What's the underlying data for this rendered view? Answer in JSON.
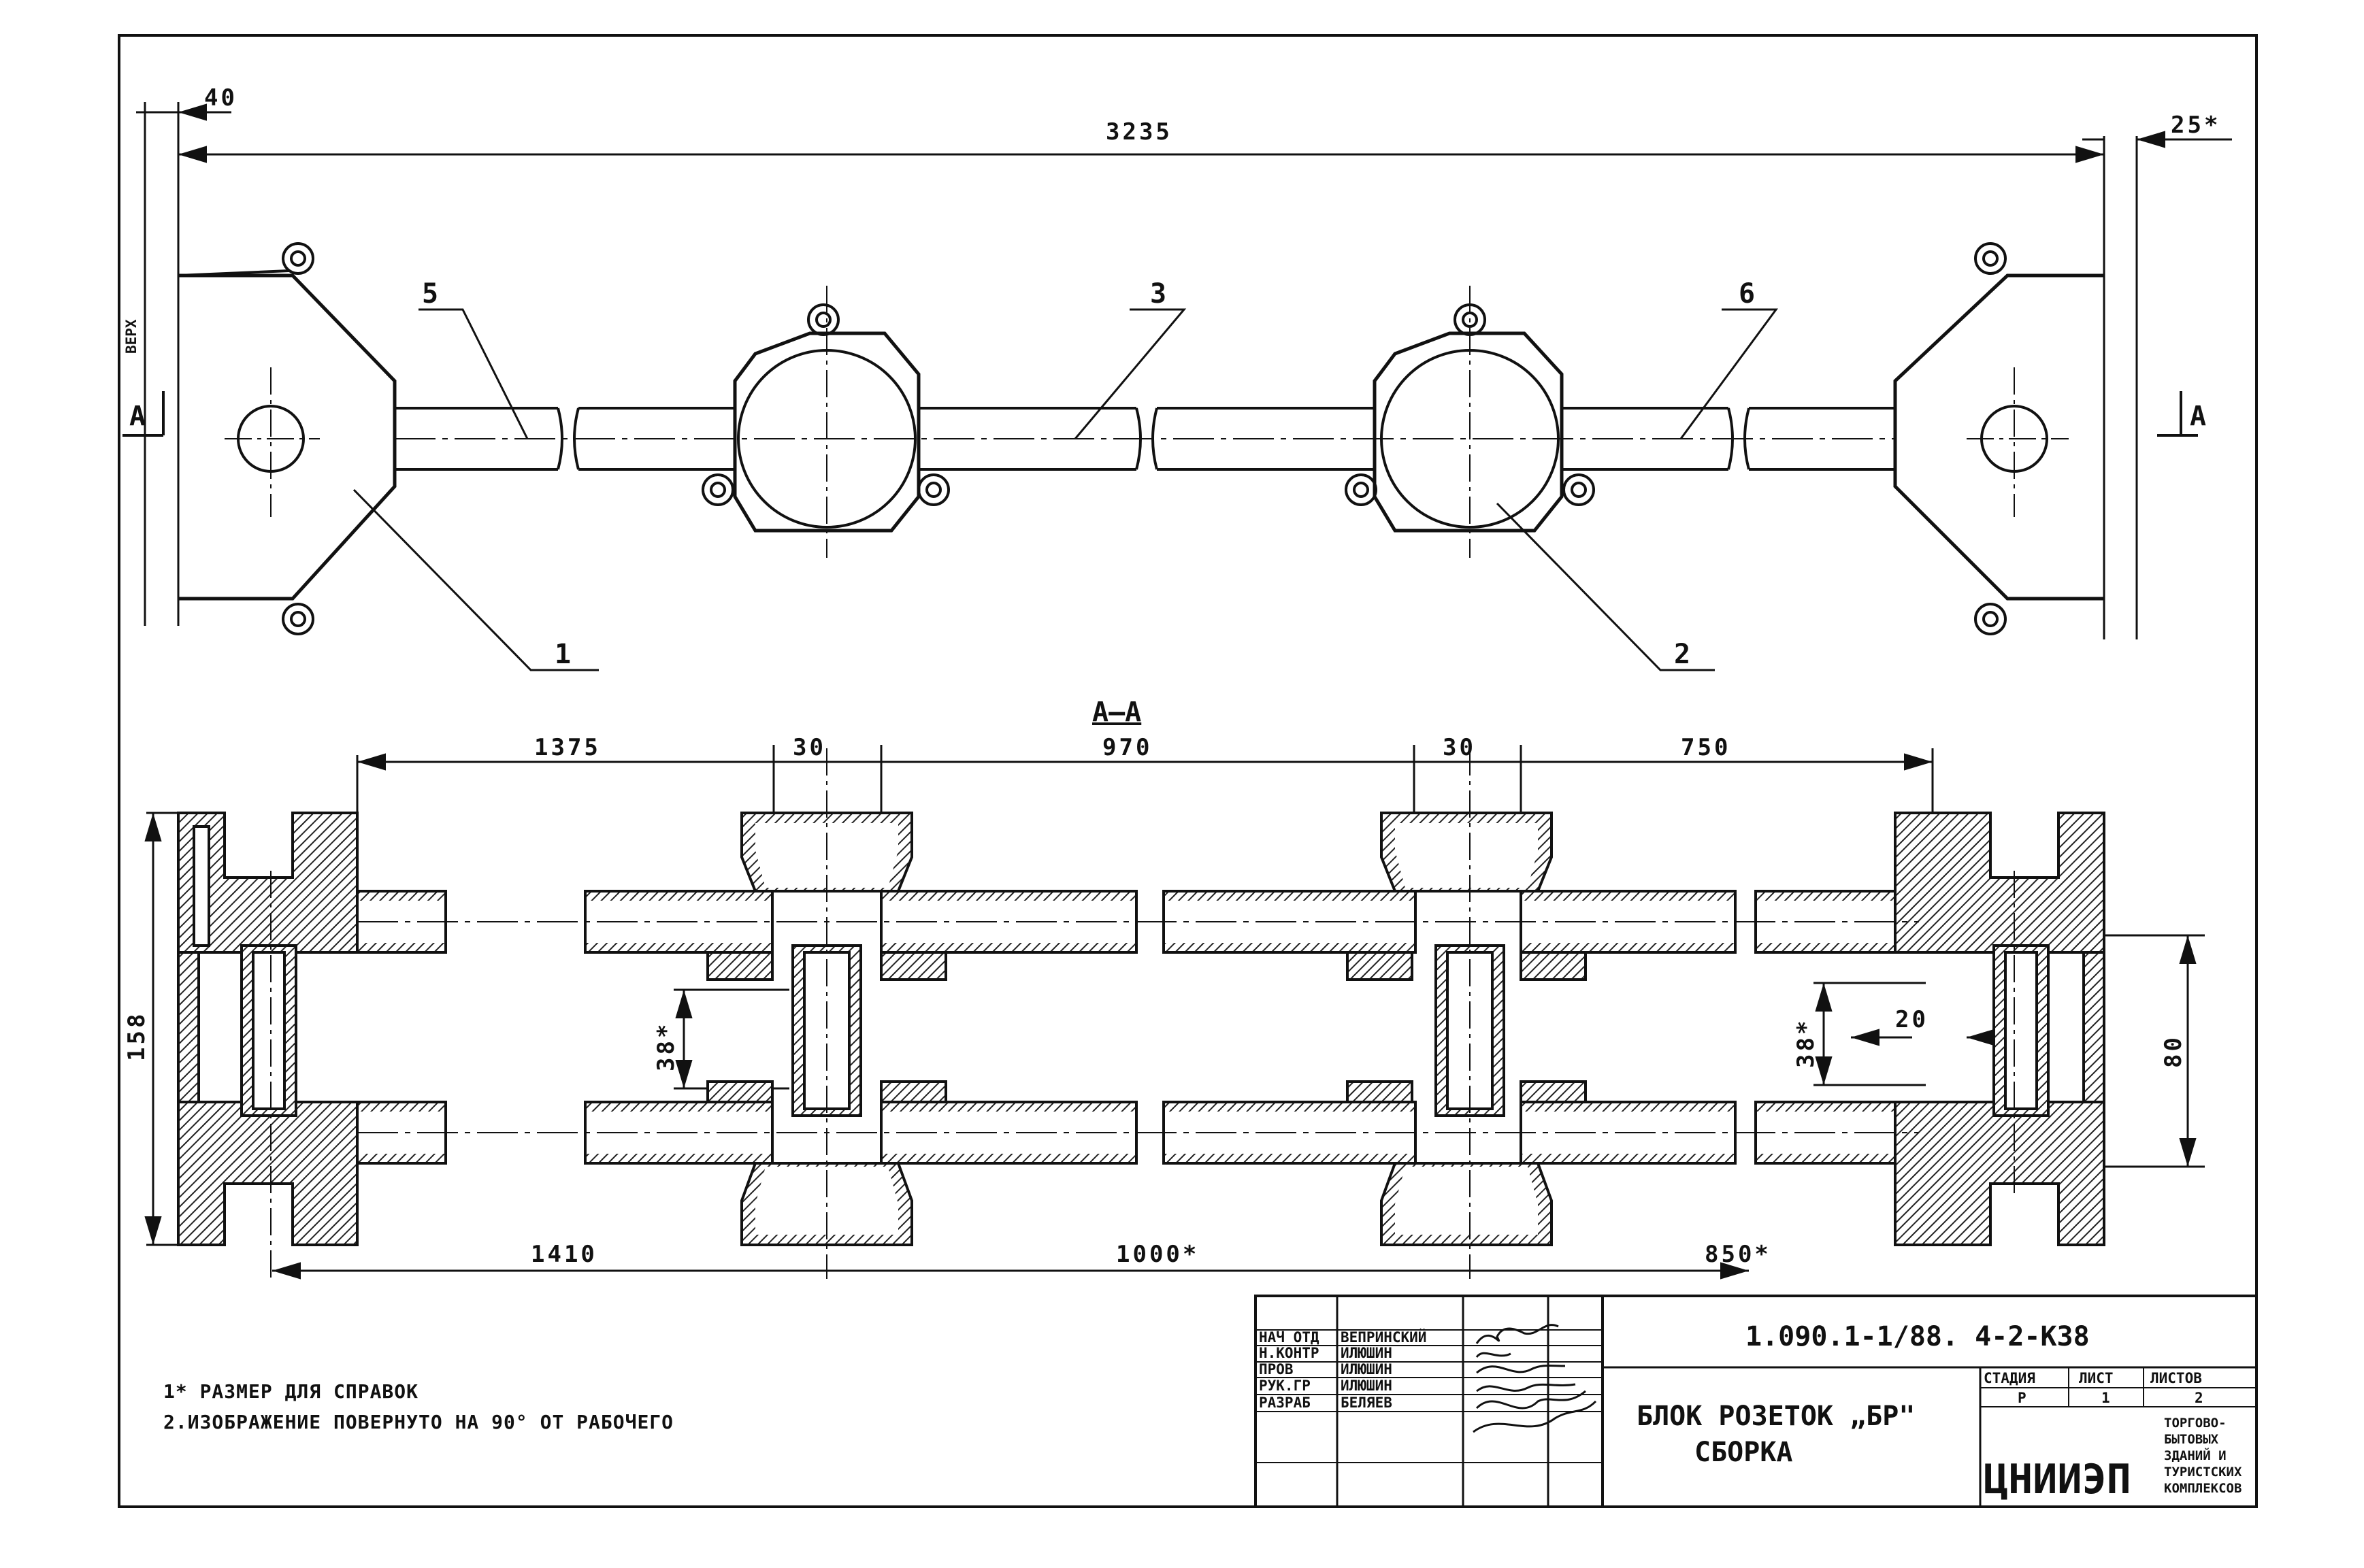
{
  "dimensions": {
    "top_left": "40",
    "top_overall": "3235",
    "top_right": "25*",
    "sec_1375": "1375",
    "sec_30_a": "30",
    "sec_970": "970",
    "sec_30_b": "30",
    "sec_750": "750",
    "bottom_1410": "1410",
    "bottom_1000": "1000*",
    "bottom_850": "850*",
    "height_158": "158",
    "gap_38_left": "38*",
    "gap_38_right": "38*",
    "width_20": "20",
    "height_80": "80"
  },
  "labels": {
    "verkh": "ВЕРХ",
    "section_left": "А",
    "section_right": "А",
    "section_title": "А–А",
    "pos1": "1",
    "pos2": "2",
    "pos3": "3",
    "pos5": "5",
    "pos6": "6"
  },
  "notes": [
    "1* РАЗМЕР ДЛЯ СПРАВОК",
    "2.ИЗОБРАЖЕНИЕ ПОВЕРНУТО НА 90° ОТ РАБОЧЕГО"
  ],
  "title_block": {
    "code": "1.090.1-1/88. 4-2-К38",
    "title_line1": "БЛОК РОЗЕТОК „БР\"",
    "title_line2": "СБОРКА",
    "stage_header": "СТАДИЯ",
    "sheet_header": "ЛИСТ",
    "sheets_header": "ЛИСТОВ",
    "stage": "Р",
    "sheet": "1",
    "sheets": "2",
    "org": "ЦНИИЭП",
    "org_sub": [
      "ТОРГОВО-",
      "БЫТОВЫХ",
      "ЗДАНИЙ И",
      "ТУРИСТСКИХ",
      "КОМПЛЕКСОВ"
    ],
    "signatures": [
      {
        "role": "НАЧ ОТД",
        "name": "ВЕПРИНСКИЙ"
      },
      {
        "role": "Н.КОНТР",
        "name": "ИЛЮШИН"
      },
      {
        "role": "ПРОВ",
        "name": "ИЛЮШИН"
      },
      {
        "role": "РУК.ГР",
        "name": "ИЛЮШИН"
      },
      {
        "role": "РАЗРАБ",
        "name": "БЕЛЯЕВ"
      }
    ]
  }
}
